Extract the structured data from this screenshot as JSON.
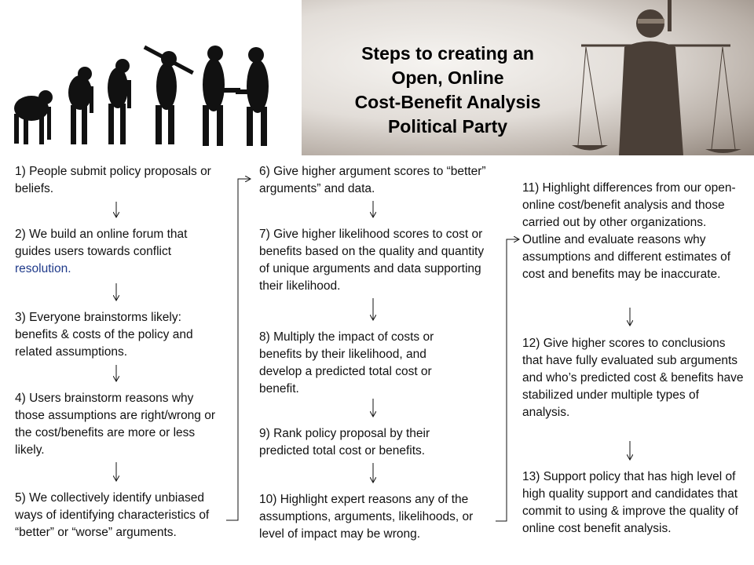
{
  "title_lines": [
    "Steps to creating an",
    "Open, Online",
    "Cost-Benefit Analysis",
    "Political Party"
  ],
  "steps": {
    "s1": "1) People submit policy proposals or beliefs.",
    "s2": "2) We build an online forum that guides users towards conflict",
    "s2_hl": "resolution.",
    "s3": "3) Everyone brainstorms likely: benefits & costs of the policy and related assumptions.",
    "s4": "4) Users brainstorm reasons why those assumptions are right/wrong or the cost/benefits are more or less likely.",
    "s5": "5) We collectively identify unbiased ways of identifying characteristics of “better” or “worse” arguments.",
    "s6": "6) Give higher argument scores to “better” arguments” and data.",
    "s7": "7) Give higher likelihood scores to cost or benefits based on the quality and quantity of unique arguments and data supporting their likelihood.",
    "s8": "8) Multiply the impact of costs or benefits by their likelihood, and develop a predicted total cost or benefit.",
    "s9": "9) Rank policy proposal by their predicted total cost or benefits.",
    "s10": "10) Highlight expert reasons any of the assumptions, arguments, likelihoods, or level of impact may be wrong.",
    "s11": "11) Highlight differences from our open-online cost/benefit analysis and those carried out by other organizations. Outline and evaluate reasons why assumptions and different estimates of cost and benefits may be inaccurate.",
    "s12": "12) Give higher scores to conclusions that have fully evaluated sub arguments and who’s predicted cost & benefits have stabilized under multiple types of analysis.",
    "s13": "13) Support policy that has high level of high quality support and candidates that commit to using & improve the quality of online cost benefit analysis."
  },
  "colors": {
    "link_blue": "#1f3a8a",
    "banner_dark": "#5b5048"
  }
}
